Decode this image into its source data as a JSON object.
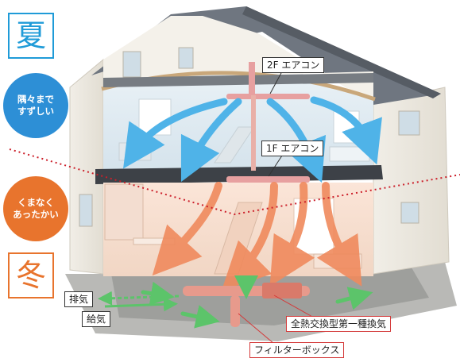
{
  "seasons": {
    "summer": {
      "kanji": "夏",
      "caption_line1": "隅々まで",
      "caption_line2": "すずしい"
    },
    "winter": {
      "kanji": "冬",
      "caption_line1": "くまなく",
      "caption_line2": "あったかい"
    }
  },
  "labels": {
    "ac_2f": "2F エアコン",
    "ac_1f": "1F エアコン",
    "exhaust": "排気",
    "supply": "給気",
    "erv": "全熱交換型第一種換気",
    "filter_box": "フィルターボックス"
  },
  "colors": {
    "summer_blue": "#1f9bd8",
    "bubble_blue": "#2d8fd6",
    "winter_orange": "#e8742d",
    "cool_air": "#4fb3e8",
    "warm_air": "#f08a5d",
    "ventilation_green": "#5cc46a",
    "divider_red": "#cc1f2a",
    "roof": "#6f7680"
  }
}
